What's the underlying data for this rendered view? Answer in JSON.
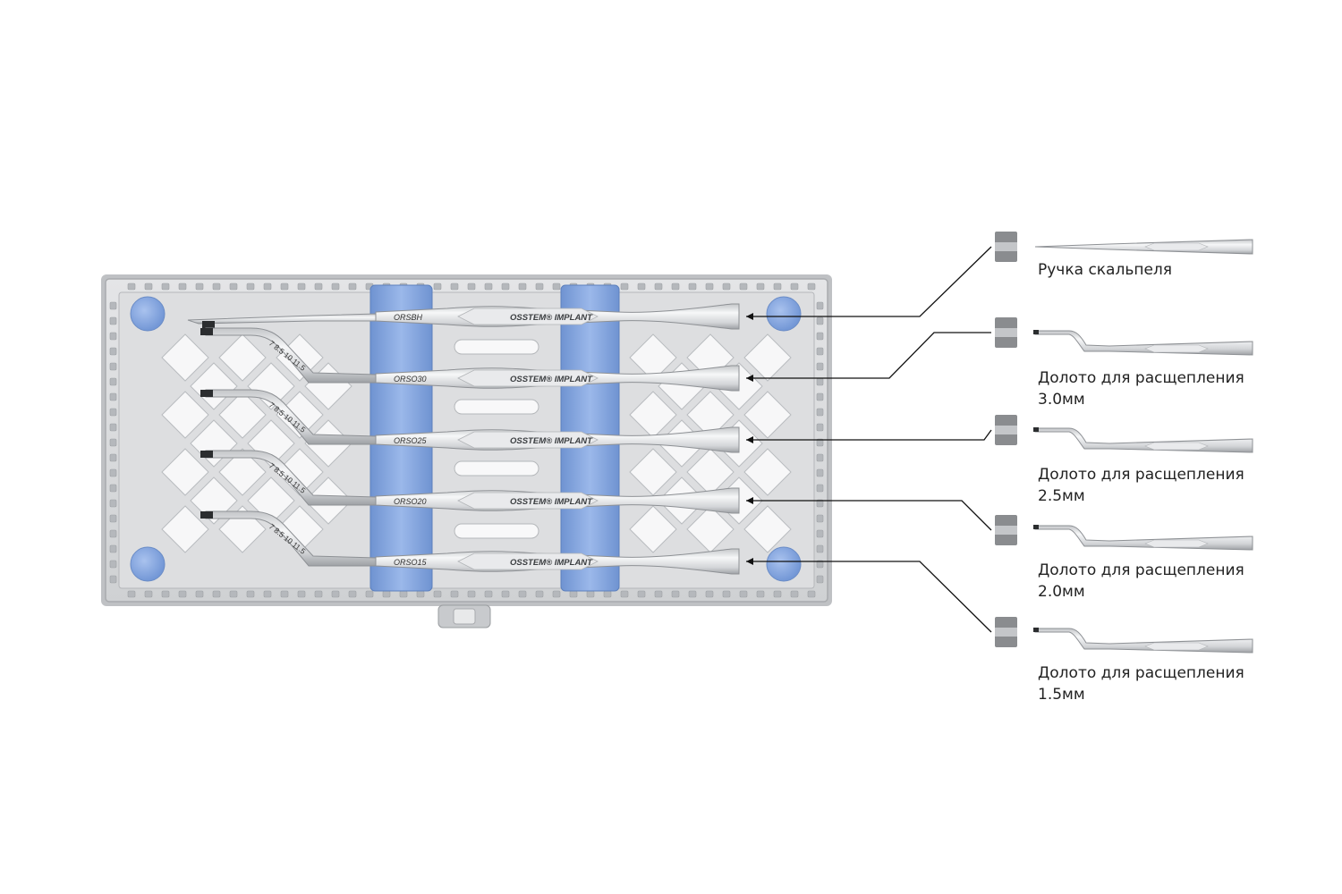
{
  "instruments": [
    {
      "code": "ORSBH",
      "name_line1": "Ручка скальпеля",
      "name_line2": "",
      "type": "scalpel-handle"
    },
    {
      "code": "ORSO30",
      "name_line1": "Долото для расщепления",
      "name_line2": "3.0мм",
      "type": "split-osteotome"
    },
    {
      "code": "ORSO25",
      "name_line1": "Долото для расщепления",
      "name_line2": "2.5мм",
      "type": "split-osteotome"
    },
    {
      "code": "ORSO20",
      "name_line1": "Долото для расщепления",
      "name_line2": "2.0мм",
      "type": "split-osteotome"
    },
    {
      "code": "ORSO15",
      "name_line1": "Долото для расщепления",
      "name_line2": "1.5мм",
      "type": "split-osteotome"
    }
  ],
  "brand": {
    "name": "OSSTEM",
    "mark": "®",
    "suffix": "IMPLANT"
  },
  "depth_marks": "7 8.5 10 11.5",
  "colors": {
    "tray": "#d6d7d9",
    "tray_edge": "#a9abae",
    "holder_blue": "#7c9fd9",
    "grommet_blue": "#8fb0e6",
    "grommet_gray": "#8a8c8f",
    "steel_light": "#f4f5f6",
    "steel_dark": "#a3a6aa",
    "line": "#111111"
  }
}
